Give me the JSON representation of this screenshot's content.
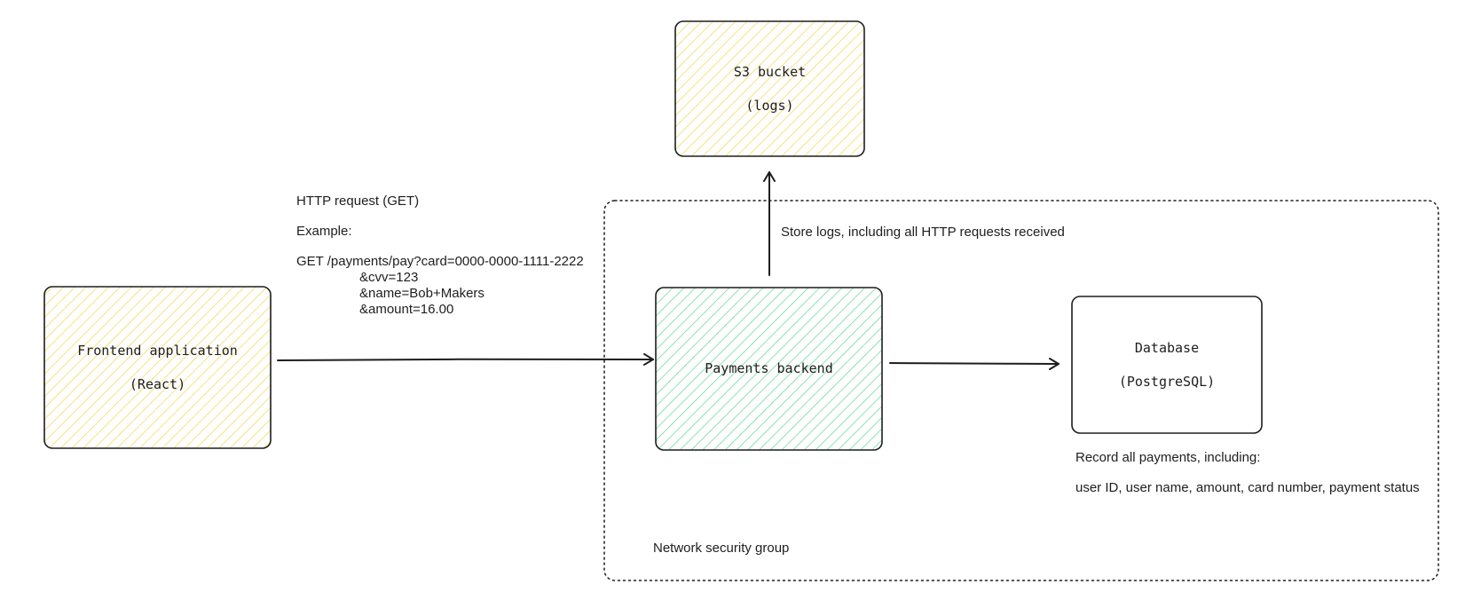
{
  "colors": {
    "yellow_hatch": "#f2d64b",
    "green_hatch": "#5fd49a",
    "stroke": "#1e1e1e"
  },
  "nodes": {
    "s3": {
      "line1": "S3 bucket",
      "line2": "(logs)"
    },
    "frontend": {
      "line1": "Frontend application",
      "line2": "(React)"
    },
    "backend": {
      "line1": "Payments backend"
    },
    "database": {
      "line1": "Database",
      "line2": "(PostgreSQL)"
    }
  },
  "request_note": {
    "title": "HTTP request (GET)",
    "example_label": "Example:",
    "line1": "GET /payments/pay?card=0000-0000-1111-2222",
    "line2": "&cvv=123",
    "line3": "&name=Bob+Makers",
    "line4": "&amount=16.00"
  },
  "logs_note": "Store logs, including all HTTP requests received",
  "db_note": {
    "line1": "Record all payments, including:",
    "line2": "user ID, user name, amount, card number, payment status"
  },
  "group_label": "Network security group"
}
